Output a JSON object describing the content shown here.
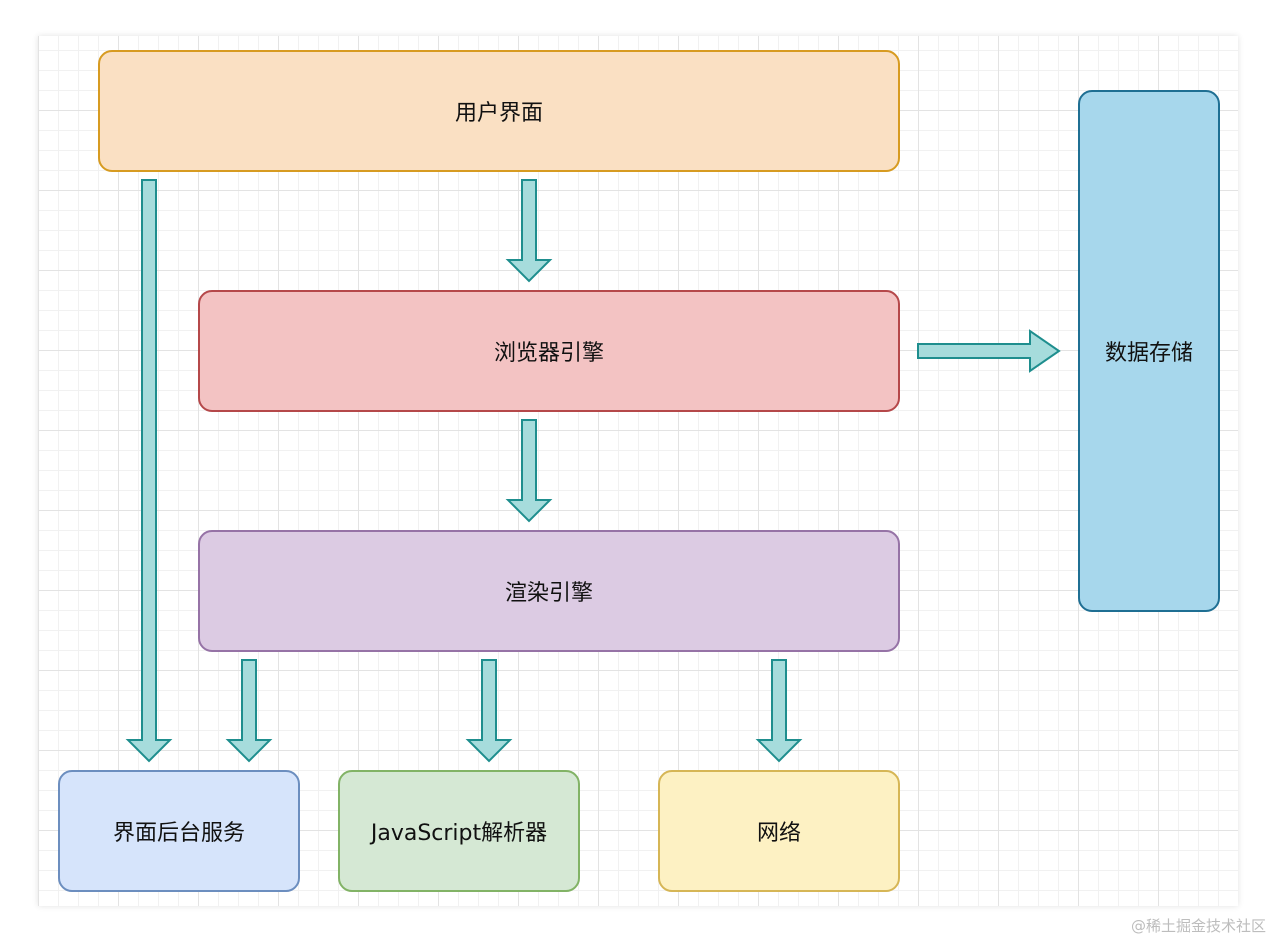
{
  "nodes": {
    "ui": {
      "label": "用户界面",
      "fill": "#fae0c3",
      "stroke": "#d79b21"
    },
    "browser_engine": {
      "label": "浏览器引擎",
      "fill": "#f3c3c3",
      "stroke": "#b5484a"
    },
    "render_engine": {
      "label": "渲染引擎",
      "fill": "#dccbe3",
      "stroke": "#9673a6"
    },
    "data_storage": {
      "label": "数据存储",
      "fill": "#a7d7ec",
      "stroke": "#1f6f93"
    },
    "ui_backend": {
      "label": "界面后台服务",
      "fill": "#d6e4fb",
      "stroke": "#6c8ebf"
    },
    "js_parser": {
      "label": "JavaScript解析器",
      "fill": "#d5e8d4",
      "stroke": "#82b366"
    },
    "network": {
      "label": "网络",
      "fill": "#fdf1c3",
      "stroke": "#d6b656"
    }
  },
  "edges": [
    {
      "from": "ui",
      "to": "browser_engine"
    },
    {
      "from": "ui",
      "to": "ui_backend"
    },
    {
      "from": "browser_engine",
      "to": "render_engine"
    },
    {
      "from": "browser_engine",
      "to": "data_storage"
    },
    {
      "from": "render_engine",
      "to": "ui_backend"
    },
    {
      "from": "render_engine",
      "to": "js_parser"
    },
    {
      "from": "render_engine",
      "to": "network"
    }
  ],
  "arrow_colors": {
    "fill": "#a6dcdc",
    "stroke": "#1e8e8e"
  },
  "watermark": "@稀土掘金技术社区"
}
